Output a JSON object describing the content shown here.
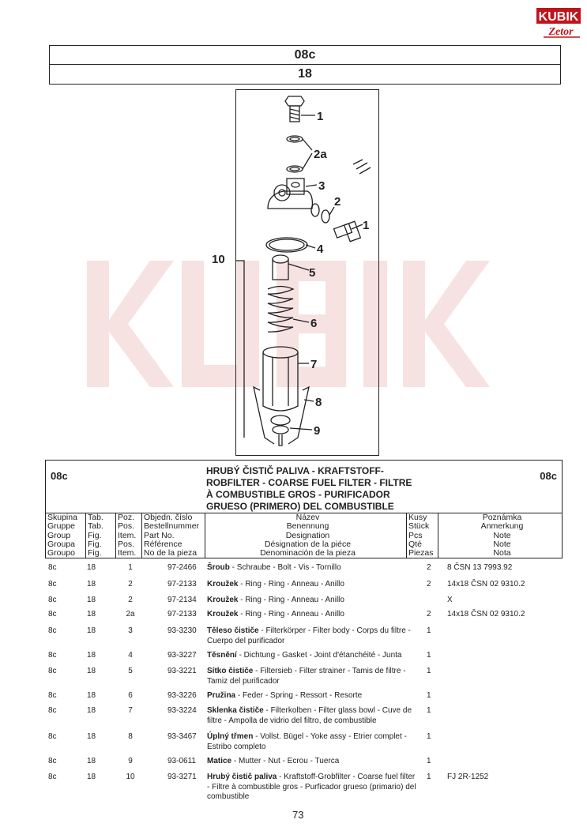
{
  "logo": {
    "brand": "KUBIK",
    "sub": "Zetor"
  },
  "header": {
    "group": "08c",
    "figure": "18"
  },
  "watermark": "KUBIK",
  "callouts": [
    "1",
    "2a",
    "3",
    "2",
    "1",
    "4",
    "10",
    "5",
    "6",
    "7",
    "8",
    "9"
  ],
  "section": {
    "group_left": "08c",
    "group_right": "08c",
    "title": [
      "HRUBÝ ČISTIČ PALIVA - KRAFTSTOFF-",
      "ROBFILTER - COARSE FUEL FILTER - FILTRE",
      "À COMBUSTIBLE GROS - PURIFICADOR",
      "GRUESO (PRIMERO) DEL COMBUSTIBLE"
    ],
    "columns": [
      [
        "Skupina",
        "Gruppe",
        "Group",
        "Groupa",
        "Groupo"
      ],
      [
        "Tab.",
        "Tab.",
        "Fig.",
        "Fig.",
        "Fig."
      ],
      [
        "Poz.",
        "Pos.",
        "Item.",
        "Pos.",
        "Item."
      ],
      [
        "Objedn. číslo",
        "Bestellnummer",
        "Part No.",
        "Référence",
        "No de la pieza"
      ],
      [
        "Název",
        "Benennung",
        "Designation",
        "Désignation de la piéce",
        "Denominación de la pieza"
      ],
      [
        "Kusy",
        "Stück",
        "Pcs",
        "Qté",
        "Piezas"
      ],
      [
        "Poznámka",
        "Anmerkung",
        "Note",
        "Note",
        "Nota"
      ]
    ]
  },
  "parts": [
    {
      "group": "8c",
      "tab": "18",
      "pos": "1",
      "part": "97-2466",
      "name": "Šroub",
      "desc": " - Schraube - Bolt - Vis - Tornillo",
      "qty": "2",
      "note": "8 ČSN 13 7993.92"
    },
    {
      "group": "8c",
      "tab": "18",
      "pos": "2",
      "part": "97-2133",
      "name": "Kroužek",
      "desc": " - Ring - Ring - Anneau - Anillo",
      "qty": "2",
      "note": "14x18 ČSN 02 9310.2"
    },
    {
      "group": "8c",
      "tab": "18",
      "pos": "2",
      "part": "97-2134",
      "name": "Kroužek",
      "desc": " - Ring - Ring - Anneau - Anillo",
      "qty": "",
      "note": "X"
    },
    {
      "group": "8c",
      "tab": "18",
      "pos": "2a",
      "part": "97-2133",
      "name": "Kroužek",
      "desc": " - Ring - Ring - Anneau - Anillo",
      "qty": "2",
      "note": "14x18 ČSN 02 9310.2"
    },
    {
      "group": "8c",
      "tab": "18",
      "pos": "3",
      "part": "93-3230",
      "name": "Těleso čističe",
      "desc": " - Filterkörper - Filter body - Corps du filtre - Cuerpo del purificador",
      "qty": "1",
      "note": ""
    },
    {
      "group": "8c",
      "tab": "18",
      "pos": "4",
      "part": "93-3227",
      "name": "Těsnění",
      "desc": " - Dichtung - Gasket - Joint d'étanchéité - Junta",
      "qty": "1",
      "note": ""
    },
    {
      "group": "8c",
      "tab": "18",
      "pos": "5",
      "part": "93-3221",
      "name": "Sítko čističe",
      "desc": " - Filtersieb - Filter strainer - Tamis de filtre - Tamiz del purificador",
      "qty": "1",
      "note": ""
    },
    {
      "group": "8c",
      "tab": "18",
      "pos": "6",
      "part": "93-3226",
      "name": "Pružina",
      "desc": " - Feder - Spring - Ressort - Resorte",
      "qty": "1",
      "note": ""
    },
    {
      "group": "8c",
      "tab": "18",
      "pos": "7",
      "part": "93-3224",
      "name": "Sklenka čističe",
      "desc": " - Filterkolben - Filter glass bowl - Cuve de filtre - Ampolla de vidrio del filtro, de combustible",
      "qty": "1",
      "note": ""
    },
    {
      "group": "8c",
      "tab": "18",
      "pos": "8",
      "part": "93-3467",
      "name": "Úplný třmen",
      "desc": " - Vollst. Bügel - Yoke assy - Etrier complet - Estribo completo",
      "qty": "1",
      "note": ""
    },
    {
      "group": "8c",
      "tab": "18",
      "pos": "9",
      "part": "93-0611",
      "name": "Matice",
      "desc": " - Mutter - Nut - Ecrou - Tuerca",
      "qty": "1",
      "note": ""
    },
    {
      "group": "8c",
      "tab": "18",
      "pos": "10",
      "part": "93-3271",
      "name": "Hrubý čistič paliva",
      "desc": " - Kraftstoff-Grobfilter - Coarse fuel filter - Filtre à combustible gros - Purficador grueso (primario) del combustible",
      "qty": "1",
      "note": "FJ 2R-1252"
    }
  ],
  "page_number": "73"
}
